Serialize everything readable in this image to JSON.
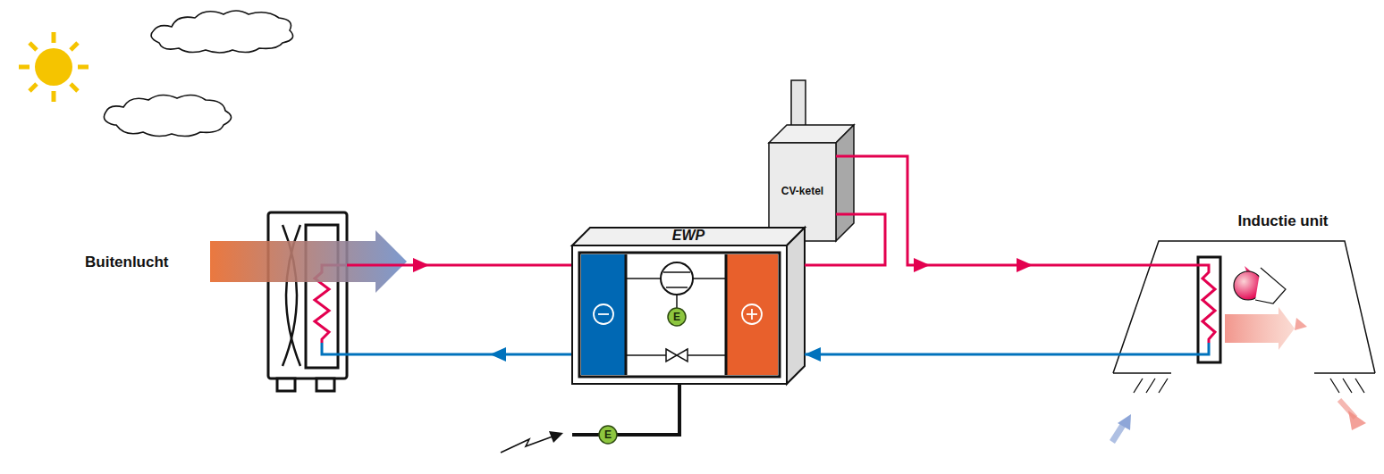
{
  "diagram": {
    "nodes": [
      {
        "text": [
          "EWP"
        ]
      },
      {
        "text": [
          "CV-ketel"
        ]
      },
      {
        "text": [
          "Inductie unit"
        ]
      }
    ],
    "edges": [
      {
        "from": 0,
        "to": 1,
        "arrow": "none"
      },
      {
        "from": 1,
        "to": 2,
        "arrow": "to"
      },
      {
        "from": 2,
        "to": 0,
        "arrow": "to"
      }
    ],
    "labels": [
      "Buitenlucht",
      "E",
      "E"
    ]
  }
}
